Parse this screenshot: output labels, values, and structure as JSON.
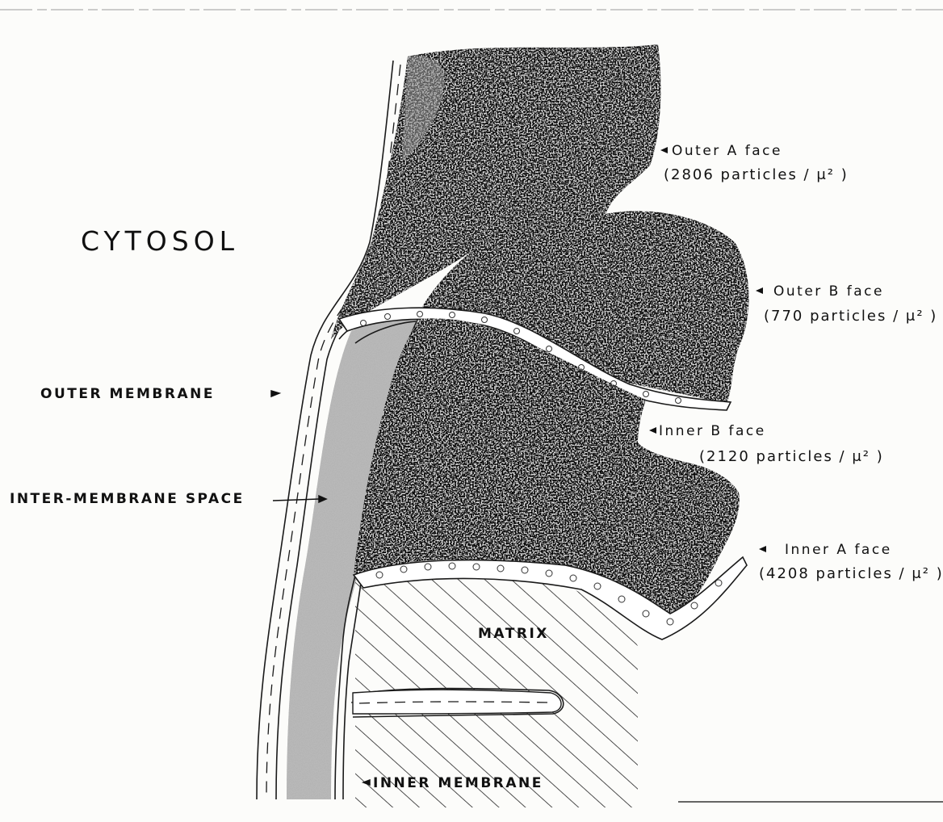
{
  "labels": {
    "cytosol": "CYTOSOL",
    "outer_membrane": "OUTER MEMBRANE",
    "inter_membrane_space": "INTER-MEMBRANE SPACE",
    "inner_membrane": "INNER MEMBRANE",
    "matrix": "MATRIX"
  },
  "faces": [
    {
      "name": "Outer A face",
      "count": "(2806 particles / μ² )"
    },
    {
      "name": "Outer B face",
      "count": "(770 particles / μ² )"
    },
    {
      "name": "Inner B face",
      "count": "(2120 particles / μ² )"
    },
    {
      "name": "Inner A face",
      "count": "(4208 particles / μ² )"
    }
  ]
}
